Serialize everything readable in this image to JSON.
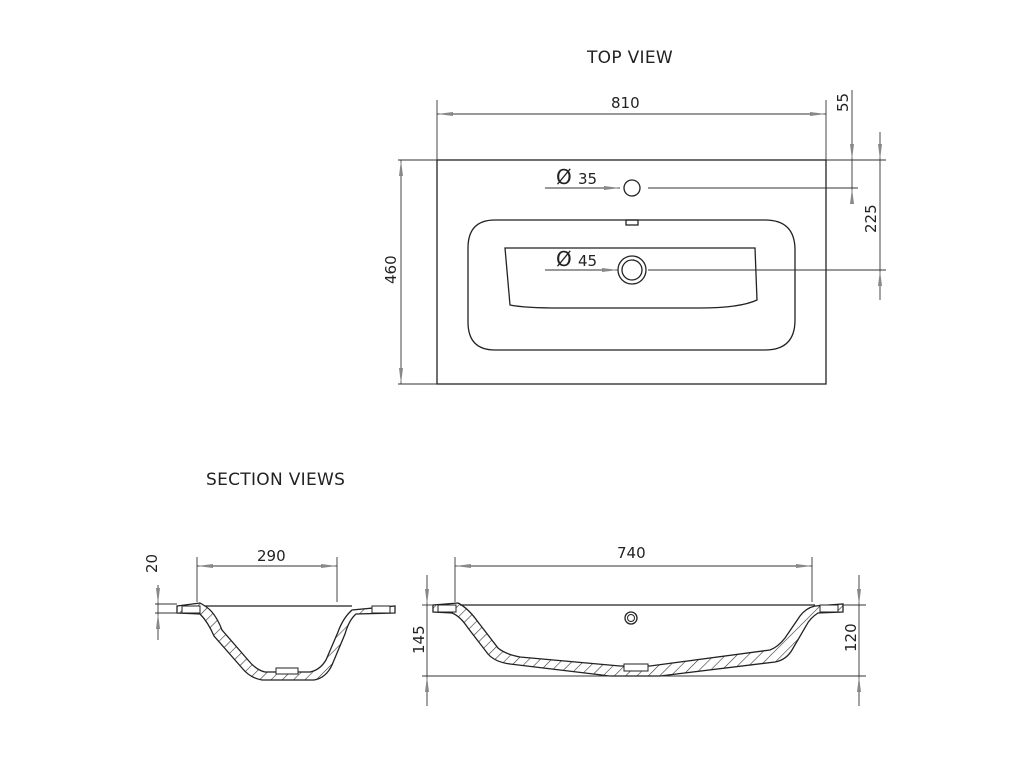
{
  "top_view": {
    "title": "TOP VIEW",
    "width_dim": "810",
    "depth_dim": "460",
    "offset_dim": "55",
    "drain_offset_dim": "225",
    "tap_hole_label": "35",
    "drain_label": "45",
    "diameter_symbol": "Ø"
  },
  "section_views": {
    "title": "SECTION VIEWS",
    "side_section": {
      "bowl_width_dim": "290",
      "rim_thickness_dim": "20"
    },
    "front_section": {
      "bowl_width_dim": "740",
      "total_height_dim": "145",
      "bowl_depth_dim": "120"
    }
  },
  "colors": {
    "line": "#222222",
    "dim_line": "#333333",
    "arrow": "#888888",
    "hatch": "#333333"
  }
}
